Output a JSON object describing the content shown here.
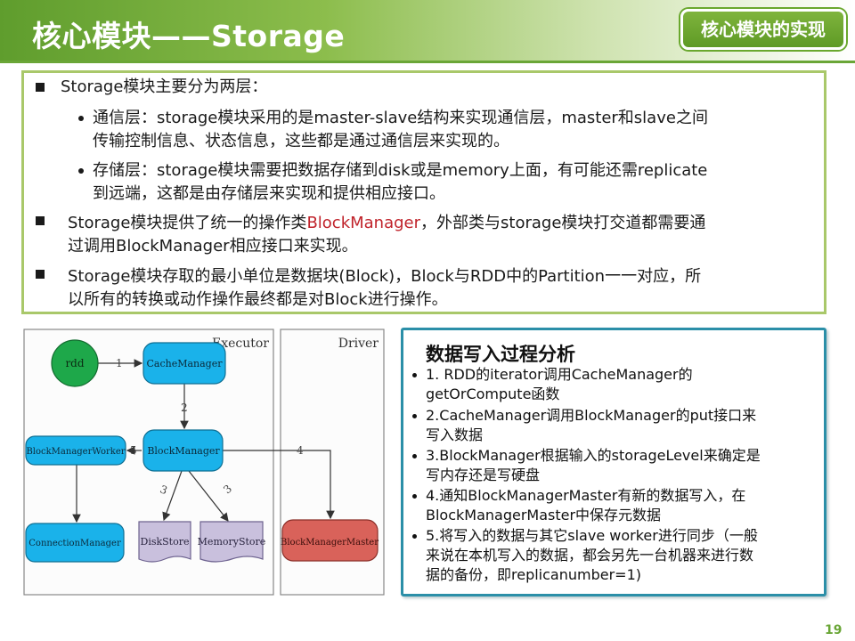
{
  "slide": {
    "title": "核心模块——Storage",
    "badge": "核心模块的实现",
    "page_number": "19"
  },
  "intro": {
    "b1": "Storage模块主要分为两层：",
    "s1_l1": "通信层：storage模块采用的是master-slave结构来实现通信层，master和slave之间",
    "s1_l2": "传输控制信息、状态信息，这些都是通过通信层来实现的。",
    "s2_l1": "存储层：storage模块需要把数据存储到disk或是memory上面，有可能还需replicate",
    "s2_l2": "到远端，这都是由存储层来实现和提供相应接口。",
    "b2_pre": "Storage模块提供了统一的操作类",
    "b2_red": "BlockManager",
    "b2_post": "，外部类与storage模块打交道都需要通",
    "b2_l2": "过调用BlockManager相应接口来实现。",
    "b3_l1": "Storage模块存取的最小单位是数据块(Block)，Block与RDD中的Partition一一对应，所",
    "b3_l2": "以所有的转换或动作操作最终都是对Block进行操作。"
  },
  "diagram": {
    "executor_label": "Executor",
    "driver_label": "Driver",
    "nodes": {
      "rdd": "rdd",
      "cache_manager": "CacheManager",
      "block_manager": "BlockManager",
      "block_manager_worker": "BlockManagerWorker",
      "connection_manager": "ConnectionManager",
      "disk_store": "DiskStore",
      "memory_store": "MemoryStore",
      "block_manager_master": "BlockManagerMaster"
    },
    "edges": {
      "e1": "1",
      "e2": "2",
      "e3a": "3",
      "e3b": "3",
      "e4": "4",
      "e5": "5"
    }
  },
  "analysis": {
    "title": "数据写入过程分析",
    "i1_l1": " 1. RDD的iterator调用CacheManager的",
    "i1_l2": "getOrCompute函数",
    "i2_l1": " 2.CacheManager调用BlockManager的put接口来",
    "i2_l2": "写入数据",
    "i3_l1": "3.BlockManager根据输入的storageLevel来确定是",
    "i3_l2": "写内存还是写硬盘",
    "i4_l1": "4.通知BlockManagerMaster有新的数据写入，在",
    "i4_l2": "BlockManagerMaster中保存元数据",
    "i5_l1": "5.将写入的数据与其它slave worker进行同步（一般",
    "i5_l2": "来说在本机写入的数据，都会另先一台机器来进行数",
    "i5_l3": "据的备份，即replicanumber=1)"
  },
  "colors": {
    "header_green": "#5f9d2d",
    "box_border_green": "#a9c86a",
    "box_border_teal": "#2b8fa8",
    "node_blue": "#1ab2ea",
    "node_green": "#1ea84a",
    "node_purple": "#c9c0dd",
    "node_red": "#d9625a",
    "highlight_red": "#c0232b"
  }
}
